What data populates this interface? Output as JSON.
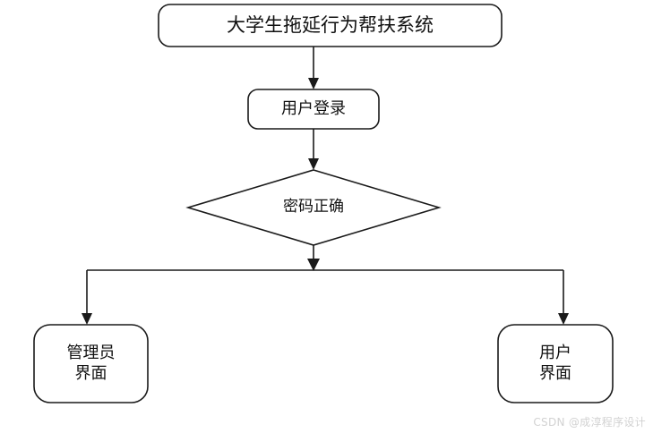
{
  "diagram": {
    "type": "flowchart",
    "background_color": "#ffffff",
    "stroke_color": "#1a1a1a",
    "text_color": "#111111",
    "nodes": [
      {
        "id": "title",
        "shape": "rounded-rectangle",
        "label": "大学生拖延行为帮扶系统",
        "lines": [
          "大学生拖延行为帮扶系统"
        ]
      },
      {
        "id": "login",
        "shape": "rounded-rectangle",
        "label": "用户登录",
        "lines": [
          "用户登录"
        ]
      },
      {
        "id": "decision",
        "shape": "diamond",
        "label": "密码正确",
        "lines": [
          "密码正确"
        ]
      },
      {
        "id": "admin",
        "shape": "rounded-rectangle",
        "label": "管理员界面",
        "lines": [
          "管理员",
          "界面"
        ]
      },
      {
        "id": "user",
        "shape": "rounded-rectangle",
        "label": "用户界面",
        "lines": [
          "用户",
          "界面"
        ]
      }
    ],
    "edges": [
      {
        "from": "title",
        "to": "login",
        "label": ""
      },
      {
        "from": "login",
        "to": "decision",
        "label": ""
      },
      {
        "from": "decision",
        "to": "admin",
        "label": ""
      },
      {
        "from": "decision",
        "to": "user",
        "label": ""
      }
    ]
  },
  "watermark": {
    "text": "CSDN @成淳程序设计",
    "color": "#d2d2d2"
  }
}
